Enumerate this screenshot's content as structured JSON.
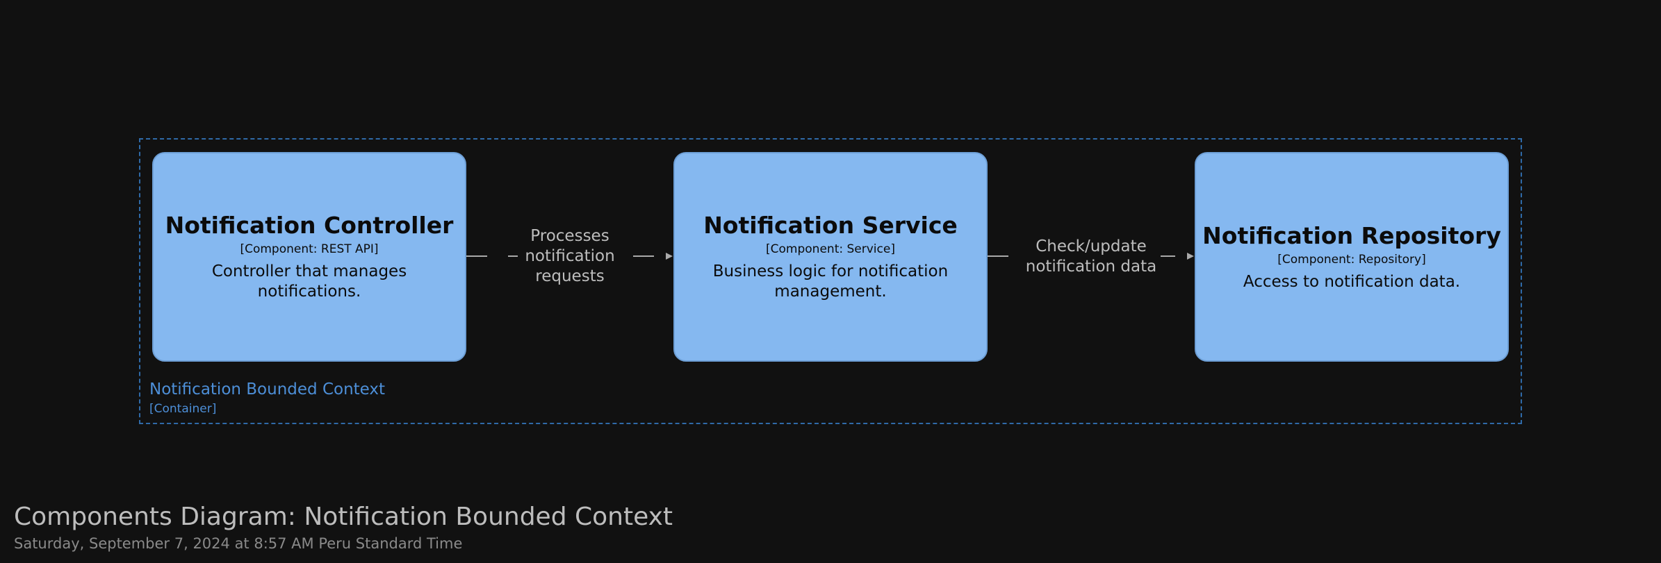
{
  "diagram": {
    "title": "Components Diagram: Notification Bounded Context",
    "timestamp": "Saturday, September 7, 2024 at 8:57 AM Peru Standard Time",
    "boundary": {
      "name": "Notification Bounded Context",
      "type": "[Container]"
    },
    "components": [
      {
        "name": "Notification Controller",
        "type": "[Component: REST API]",
        "description": "Controller that manages notifications."
      },
      {
        "name": "Notification Service",
        "type": "[Component: Service]",
        "description": "Business logic for notification management."
      },
      {
        "name": "Notification Repository",
        "type": "[Component: Repository]",
        "description": "Access to notification data."
      }
    ],
    "relationships": [
      {
        "label": "Processes\nnotification\nrequests"
      },
      {
        "label": "Check/update\nnotification data"
      }
    ]
  },
  "colors": {
    "background": "#111111",
    "component_fill": "#85b8f0",
    "boundary": "#2f6aa8",
    "boundary_text": "#4d8fd8",
    "arrow": "#aaaaaa",
    "text_light": "#bdbdbd"
  }
}
